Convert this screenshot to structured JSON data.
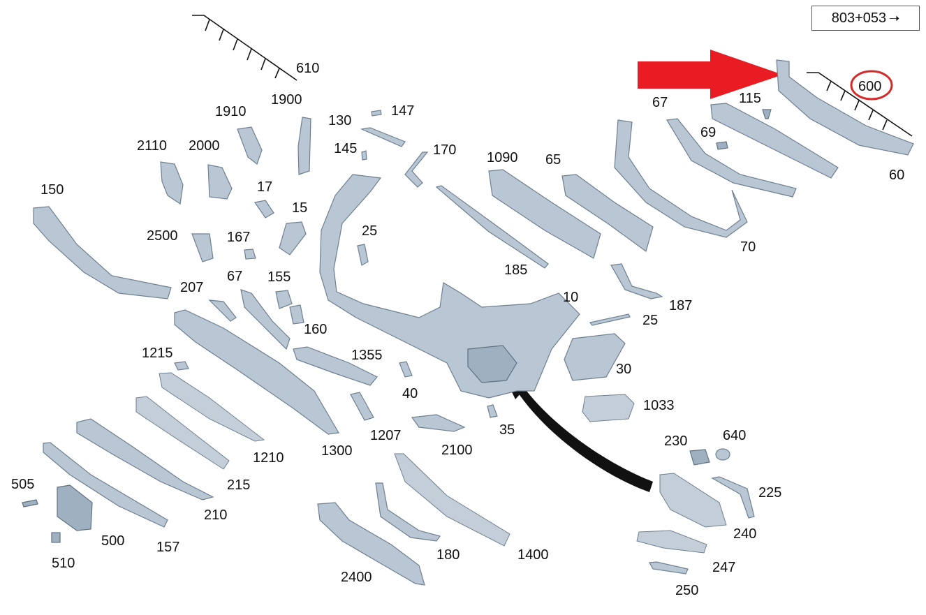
{
  "reference": {
    "label": "803+053",
    "arrow_icon": "right-arrow-icon"
  },
  "highlight": {
    "circled_label": "600",
    "circle_color": "#d42a2a",
    "pointer_color": "#e91c24"
  },
  "colors": {
    "part_fill": "#b9c6d3",
    "part_stroke": "#6e7f90"
  },
  "labels": [
    "610",
    "1900",
    "1910",
    "130",
    "147",
    "145",
    "170",
    "2110",
    "2000",
    "150",
    "17",
    "15",
    "2500",
    "167",
    "25",
    "67",
    "155",
    "207",
    "160",
    "1355",
    "1215",
    "1300",
    "1210",
    "215",
    "210",
    "505",
    "500",
    "510",
    "157",
    "40",
    "1207",
    "2100",
    "35",
    "1090",
    "65",
    "185",
    "10",
    "25",
    "187",
    "30",
    "1033",
    "67",
    "115",
    "69",
    "70",
    "60",
    "230",
    "640",
    "225",
    "240",
    "247",
    "250",
    "1400",
    "180",
    "2400"
  ]
}
